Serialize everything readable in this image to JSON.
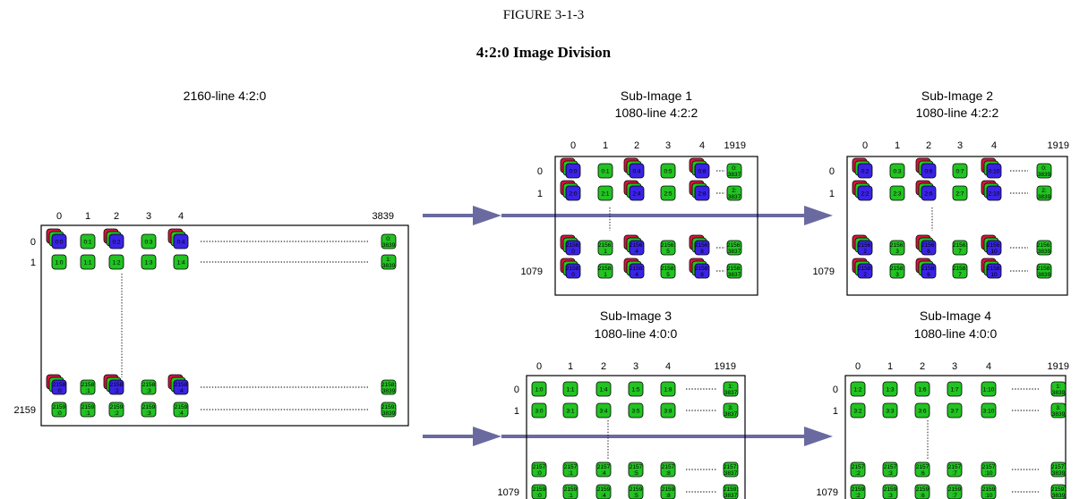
{
  "figure_number": "FIGURE 3-1-3",
  "figure_title": "4:2:0 Image Division",
  "colors": {
    "luma": "#22c322",
    "cb": "#3a23e6",
    "cr": "#d8143c",
    "arrow": "#6a6aa0",
    "frame": "#000000"
  },
  "panels": [
    {
      "id": "source",
      "title_lines": [
        "2160-line 4:2:0"
      ],
      "col_labels": [
        "0",
        "1",
        "2",
        "3",
        "4"
      ],
      "last_col_label": "3839",
      "top_row_labels": [
        "0",
        "1"
      ],
      "last_row_label": "2159",
      "top_rows": [
        {
          "cells": [
            {
              "text": "0:0",
              "chroma": true
            },
            {
              "text": "0:1",
              "chroma": false
            },
            {
              "text": "0:2",
              "chroma": true
            },
            {
              "text": "0:3",
              "chroma": false
            },
            {
              "text": "0:4",
              "chroma": true
            }
          ],
          "last": "0:\n3839"
        },
        {
          "cells": [
            {
              "text": "1:0",
              "chroma": false
            },
            {
              "text": "1:1",
              "chroma": false
            },
            {
              "text": "1:2",
              "chroma": false
            },
            {
              "text": "1:3",
              "chroma": false
            },
            {
              "text": "1:4",
              "chroma": false
            }
          ],
          "last": "1:\n3839"
        }
      ],
      "bottom_rows": [
        {
          "cells": [
            {
              "text": "2158\n:0",
              "chroma": true
            },
            {
              "text": "2158\n:1",
              "chroma": false
            },
            {
              "text": "2158\n:2",
              "chroma": true
            },
            {
              "text": "2158\n:3",
              "chroma": false
            },
            {
              "text": "2158\n:4",
              "chroma": true
            }
          ],
          "last": "2158:\n3839"
        },
        {
          "cells": [
            {
              "text": "2159\n:0",
              "chroma": false
            },
            {
              "text": "2159\n:1",
              "chroma": false
            },
            {
              "text": "2159\n:2",
              "chroma": false
            },
            {
              "text": "2159\n:3",
              "chroma": false
            },
            {
              "text": "2159\n:4",
              "chroma": false
            }
          ],
          "last": "2159:\n3839"
        }
      ]
    },
    {
      "id": "sub-image-1",
      "title_lines": [
        "Sub-Image 1",
        "1080-line 4:2:2"
      ],
      "col_labels": [
        "0",
        "1",
        "2",
        "3",
        "4"
      ],
      "last_col_label": "1919",
      "top_row_labels": [
        "0",
        "1"
      ],
      "last_row_label": "1079",
      "top_rows": [
        {
          "cells": [
            {
              "text": "0:0",
              "chroma": true
            },
            {
              "text": "0:1",
              "chroma": false
            },
            {
              "text": "0:4",
              "chroma": true
            },
            {
              "text": "0:5",
              "chroma": false
            },
            {
              "text": "0:8",
              "chroma": true
            }
          ],
          "last": "0:\n3837"
        },
        {
          "cells": [
            {
              "text": "2:0",
              "chroma": true
            },
            {
              "text": "2:1",
              "chroma": false
            },
            {
              "text": "2:4",
              "chroma": true
            },
            {
              "text": "2:5",
              "chroma": false
            },
            {
              "text": "2:8",
              "chroma": true
            }
          ],
          "last": "2:\n3837"
        }
      ],
      "bottom_rows": [
        {
          "cells": [
            {
              "text": "2156:\n0",
              "chroma": true
            },
            {
              "text": "2156:\n1",
              "chroma": false
            },
            {
              "text": "2156:\n4",
              "chroma": true
            },
            {
              "text": "2156:\n5",
              "chroma": false
            },
            {
              "text": "2156:\n8",
              "chroma": true
            }
          ],
          "last": "2156:\n3837"
        },
        {
          "cells": [
            {
              "text": "2158:\n0",
              "chroma": true
            },
            {
              "text": "2158:\n1",
              "chroma": false
            },
            {
              "text": "2158:\n4",
              "chroma": true
            },
            {
              "text": "2158:\n5",
              "chroma": false
            },
            {
              "text": "2158:\n8",
              "chroma": true
            }
          ],
          "last": "2158:\n3837"
        }
      ]
    },
    {
      "id": "sub-image-2",
      "title_lines": [
        "Sub-Image 2",
        "1080-line 4:2:2"
      ],
      "col_labels": [
        "0",
        "1",
        "2",
        "3",
        "4"
      ],
      "last_col_label": "1919",
      "top_row_labels": [
        "0",
        "1"
      ],
      "last_row_label": "1079",
      "top_rows": [
        {
          "cells": [
            {
              "text": "0:2",
              "chroma": true
            },
            {
              "text": "0:3",
              "chroma": false
            },
            {
              "text": "0:6",
              "chroma": true
            },
            {
              "text": "0:7",
              "chroma": false
            },
            {
              "text": "0:10",
              "chroma": true
            }
          ],
          "last": "0:\n3839"
        },
        {
          "cells": [
            {
              "text": "2:2",
              "chroma": true
            },
            {
              "text": "2:3",
              "chroma": false
            },
            {
              "text": "2:6",
              "chroma": true
            },
            {
              "text": "2:7",
              "chroma": false
            },
            {
              "text": "2:10",
              "chroma": true
            }
          ],
          "last": "2:\n3839"
        }
      ],
      "bottom_rows": [
        {
          "cells": [
            {
              "text": "2156:\n2",
              "chroma": true
            },
            {
              "text": "2156:\n3",
              "chroma": false
            },
            {
              "text": "2156:\n6",
              "chroma": true
            },
            {
              "text": "2156:\n7",
              "chroma": false
            },
            {
              "text": "2156:\n10",
              "chroma": true
            }
          ],
          "last": "2156:\n3839"
        },
        {
          "cells": [
            {
              "text": "2158:\n2",
              "chroma": true
            },
            {
              "text": "2158:\n3",
              "chroma": false
            },
            {
              "text": "2158:\n6",
              "chroma": true
            },
            {
              "text": "2158:\n7",
              "chroma": false
            },
            {
              "text": "2158:\n10",
              "chroma": true
            }
          ],
          "last": "2158:\n3839"
        }
      ]
    },
    {
      "id": "sub-image-3",
      "title_lines": [
        "Sub-Image 3",
        "1080-line 4:0:0"
      ],
      "col_labels": [
        "0",
        "1",
        "2",
        "3",
        "4"
      ],
      "last_col_label": "1919",
      "top_row_labels": [
        "0",
        "1"
      ],
      "last_row_label": "1079",
      "top_rows": [
        {
          "cells": [
            {
              "text": "1:0",
              "chroma": false
            },
            {
              "text": "1:1",
              "chroma": false
            },
            {
              "text": "1:4",
              "chroma": false
            },
            {
              "text": "1:5",
              "chroma": false
            },
            {
              "text": "1:8",
              "chroma": false
            }
          ],
          "last": "1:\n3837"
        },
        {
          "cells": [
            {
              "text": "3:0",
              "chroma": false
            },
            {
              "text": "3:1",
              "chroma": false
            },
            {
              "text": "3:4",
              "chroma": false
            },
            {
              "text": "3:5",
              "chroma": false
            },
            {
              "text": "3:8",
              "chroma": false
            }
          ],
          "last": "3:\n3837"
        }
      ],
      "bottom_rows": [
        {
          "cells": [
            {
              "text": "2157\n:0",
              "chroma": false
            },
            {
              "text": "2157\n:1",
              "chroma": false
            },
            {
              "text": "2157\n:4",
              "chroma": false
            },
            {
              "text": "2157\n:5",
              "chroma": false
            },
            {
              "text": "2157\n:8",
              "chroma": false
            }
          ],
          "last": "2157:\n3837"
        },
        {
          "cells": [
            {
              "text": "2159\n:0",
              "chroma": false
            },
            {
              "text": "2159\n:1",
              "chroma": false
            },
            {
              "text": "2159\n:4",
              "chroma": false
            },
            {
              "text": "2159\n:5",
              "chroma": false
            },
            {
              "text": "2159\n:8",
              "chroma": false
            }
          ],
          "last": "2159:\n3837"
        }
      ]
    },
    {
      "id": "sub-image-4",
      "title_lines": [
        "Sub-Image 4",
        "1080-line 4:0:0"
      ],
      "col_labels": [
        "0",
        "1",
        "2",
        "3",
        "4"
      ],
      "last_col_label": "1919",
      "top_row_labels": [
        "0",
        "1"
      ],
      "last_row_label": "1079",
      "top_rows": [
        {
          "cells": [
            {
              "text": "1:2",
              "chroma": false
            },
            {
              "text": "1:3",
              "chroma": false
            },
            {
              "text": "1:6",
              "chroma": false
            },
            {
              "text": "1:7",
              "chroma": false
            },
            {
              "text": "1:10",
              "chroma": false
            }
          ],
          "last": "1:\n3839"
        },
        {
          "cells": [
            {
              "text": "3:2",
              "chroma": false
            },
            {
              "text": "3:3",
              "chroma": false
            },
            {
              "text": "3:6",
              "chroma": false
            },
            {
              "text": "3:7",
              "chroma": false
            },
            {
              "text": "3:10",
              "chroma": false
            }
          ],
          "last": "3:\n3839"
        }
      ],
      "bottom_rows": [
        {
          "cells": [
            {
              "text": "2157\n:2",
              "chroma": false
            },
            {
              "text": "2157\n:3",
              "chroma": false
            },
            {
              "text": "2157\n:6",
              "chroma": false
            },
            {
              "text": "2157\n:7",
              "chroma": false
            },
            {
              "text": "2157\n:10",
              "chroma": false
            }
          ],
          "last": "2157:\n3839"
        },
        {
          "cells": [
            {
              "text": "2159\n:2",
              "chroma": false
            },
            {
              "text": "2159\n:3",
              "chroma": false
            },
            {
              "text": "2159\n:6",
              "chroma": false
            },
            {
              "text": "2159\n:7",
              "chroma": false
            },
            {
              "text": "2159\n:10",
              "chroma": false
            }
          ],
          "last": "2159:\n3839"
        }
      ]
    }
  ]
}
